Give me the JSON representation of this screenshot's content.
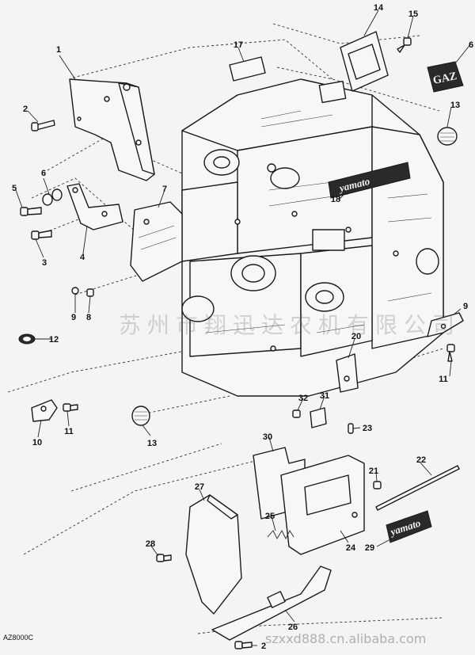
{
  "diagram": {
    "drawing_ref": "AZ8000C",
    "brand_plate": "yamato",
    "model_plate": "GAZ",
    "watermark_cn": "苏州市翔迅达农机有限公司",
    "watermark_url": "szxxd888.cn.alibaba.com",
    "callouts": {
      "c1": "1",
      "c2": "2",
      "c3": "3",
      "c4": "4",
      "c5": "5",
      "c6": "6",
      "c7": "7",
      "c8": "8",
      "c9": "9",
      "c10": "10",
      "c11": "11",
      "c11b": "11",
      "c12": "12",
      "c13": "13",
      "c13b": "13",
      "c14": "14",
      "c15": "15",
      "c16": "6",
      "c17": "17",
      "c18": "18",
      "c19": "9",
      "c20": "20",
      "c21": "21",
      "c22": "22",
      "c23": "23",
      "c24": "24",
      "c25": "25",
      "c26": "26",
      "c27": "27",
      "c28": "28",
      "c29": "29",
      "c30": "30",
      "c31": "31",
      "c32": "32",
      "c2b": "2"
    }
  }
}
